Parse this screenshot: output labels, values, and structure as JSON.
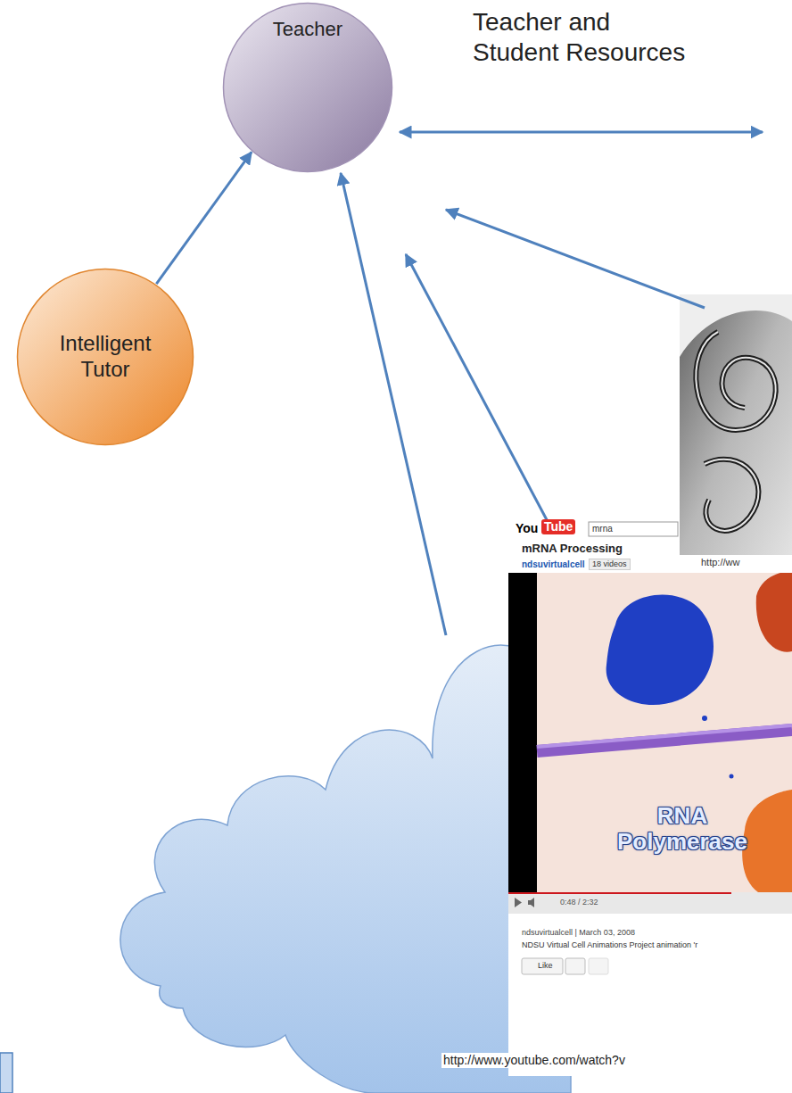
{
  "diagram": {
    "nodes": [
      {
        "text": [
          "Teacher"
        ]
      },
      {
        "text": [
          "Intelligent Tutor"
        ]
      }
    ],
    "edges": [
      {
        "from": 1,
        "to": 0,
        "arrow": "to"
      }
    ],
    "labels": [
      "Teacher and Student Resources",
      "You",
      "Tube",
      "mrna",
      "mRNA Processing",
      "ndsuvirtualcell",
      "18 videos",
      "http://ww",
      "RNA Polymerase",
      "0:48 / 2:32",
      "ndsuvirtualcell | March 03, 2008",
      "NDSU Virtual Cell Animations Project animation 'r",
      "Like",
      "http://www.youtube.com/watch?v"
    ]
  }
}
